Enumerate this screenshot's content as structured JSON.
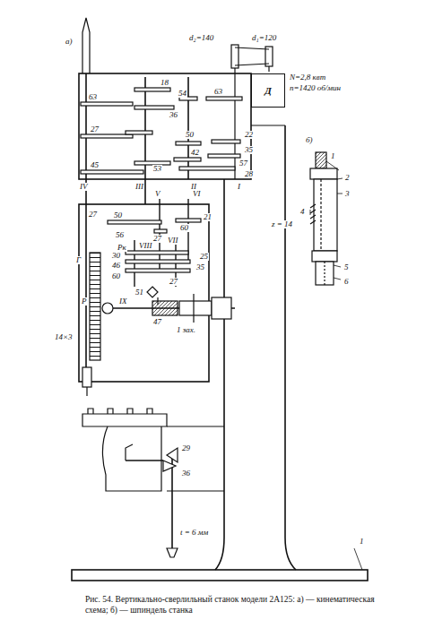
{
  "diagram": {
    "caption": "Рис. 54. Вертикально-сверлильный станок модели 2А125: а) — кинематическая схема; б) — шпиндель станка",
    "nodes": [
      {
        "text": [
          "Д"
        ]
      }
    ],
    "labels": [
      "а)",
      "d₂=140",
      "d₁=120",
      "N=2,8 квт",
      "n=1420 об/мин",
      "18",
      "63",
      "63",
      "22",
      "36",
      "54",
      "27",
      "50",
      "35",
      "45",
      "42",
      "53",
      "57",
      "28",
      "IV",
      "III",
      "II",
      "I",
      "V",
      "VI",
      "27",
      "50",
      "27",
      "56",
      "VIII",
      "VII",
      "60",
      "21",
      "Рк",
      "30",
      "25",
      "46",
      "35",
      "60",
      "51",
      "27",
      "Г",
      "Р",
      "14×3",
      "47",
      "IX",
      "1 зах.",
      "29",
      "36",
      "t = 6 мм",
      "1",
      "б)",
      "1",
      "2",
      "3",
      "4",
      "z = 14",
      "5",
      "6"
    ]
  }
}
